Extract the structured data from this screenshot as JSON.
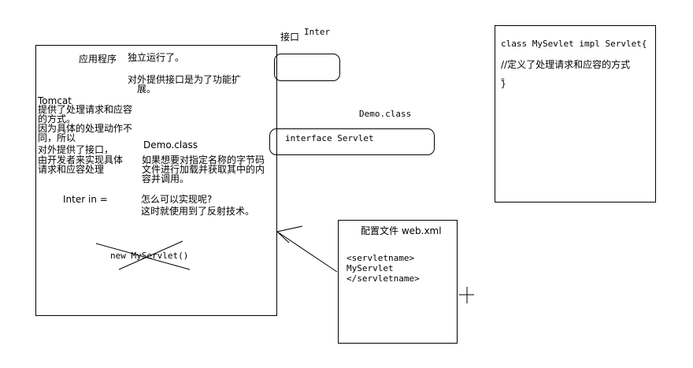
{
  "app_box": {
    "label": "应用程序",
    "runs_alone": "独立运行了。",
    "interface_purpose_l1": "对外提供接口是为了功能扩",
    "interface_purpose_l2": "展。",
    "tomcat_lines": [
      "Tomcat",
      "提供了处理请求和应容",
      "的方式。",
      "因为具体的处理动作不",
      "同，所以",
      "对外提供了接口，",
      "由开发者来实现具体",
      "请求和应容处理"
    ],
    "demo_class": "Demo.class",
    "reflect_lines": [
      "如果想要对指定名称的字节码",
      "文件进行加载并获取其中的内",
      "容并调用。"
    ],
    "inter_in": "Inter in =",
    "how_lines": [
      "怎么可以实现呢?",
      "这时就使用到了反射技术。"
    ],
    "new_myservlet": "new MyServlet()"
  },
  "interface_label": {
    "cn": "接口",
    "en": "Inter"
  },
  "demo_class_label": "Demo.class",
  "interface_servlet": "interface Servlet",
  "config_box": {
    "title": "配置文件 web.xml",
    "lines": [
      "<servletname>",
      "MyServlet",
      "</servletname>"
    ]
  },
  "class_box": {
    "lines": [
      "class MySevlet impl Servlet{",
      "//定义了处理请求和应容的方式",
      "。",
      "}"
    ]
  }
}
